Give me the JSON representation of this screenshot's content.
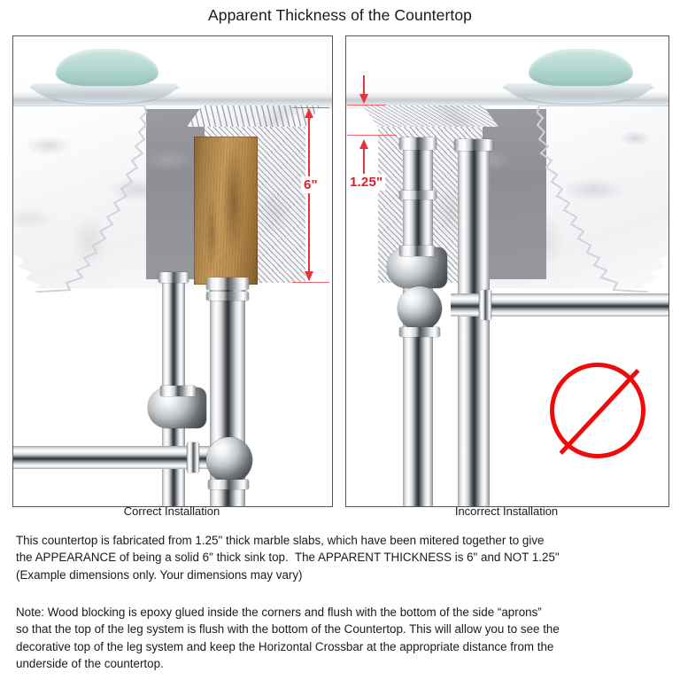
{
  "title": "Apparent Thickness of the Countertop",
  "panels": {
    "correct": {
      "caption": "Correct Installation",
      "dimension": {
        "label": "6\"",
        "value": 6,
        "unit": "inch",
        "meaning": "apparent thickness of the mitered sink top"
      },
      "features": {
        "marble_slab": "marble-slab",
        "mitered_apron": "hatched-apron",
        "wood_blocking": "wood-blocking",
        "leg_system": "chrome-leg-system",
        "horizontal_crossbar": "horizontal-crossbar"
      }
    },
    "incorrect": {
      "caption": "Incorrect Installation",
      "dimension": {
        "label": "1.25\"",
        "value": 1.25,
        "unit": "inch",
        "meaning": "actual slab thickness only"
      },
      "marker": "prohibition-symbol",
      "features": {
        "marble_slab": "marble-slab",
        "mitered_apron": "hatched-apron",
        "leg_system": "chrome-leg-system-mounted-high",
        "horizontal_crossbar": "horizontal-crossbar"
      }
    }
  },
  "notes": {
    "paragraph_1": "This countertop is fabricated from 1.25\" thick marble slabs, which have been mitered together to give\nthe APPEARANCE of being a solid 6\" thick sink top.  The APPARENT THICKNESS is 6\" and NOT 1.25\"\n(Example dimensions only. Your dimensions may vary)",
    "paragraph_2": "Note: Wood blocking is epoxy glued inside the corners and flush with the bottom of the side “aprons”\nso that the top of the leg system is flush with the bottom of the Countertop. This will allow you to see the\ndecorative top of the leg system and keep the Horizontal Crossbar at the appropriate distance from the\nunderside of the countertop."
  },
  "colors": {
    "dimension_red": "#e8323c",
    "prohibition_red": "#f00a0a",
    "panel_border": "#55555a",
    "wood": "#b98c4e",
    "soap": "#a6cfc8",
    "text": "#1a1a1a"
  },
  "soap_dish": {
    "dish": "glass-soap-dish",
    "bar": "soap-bar"
  }
}
